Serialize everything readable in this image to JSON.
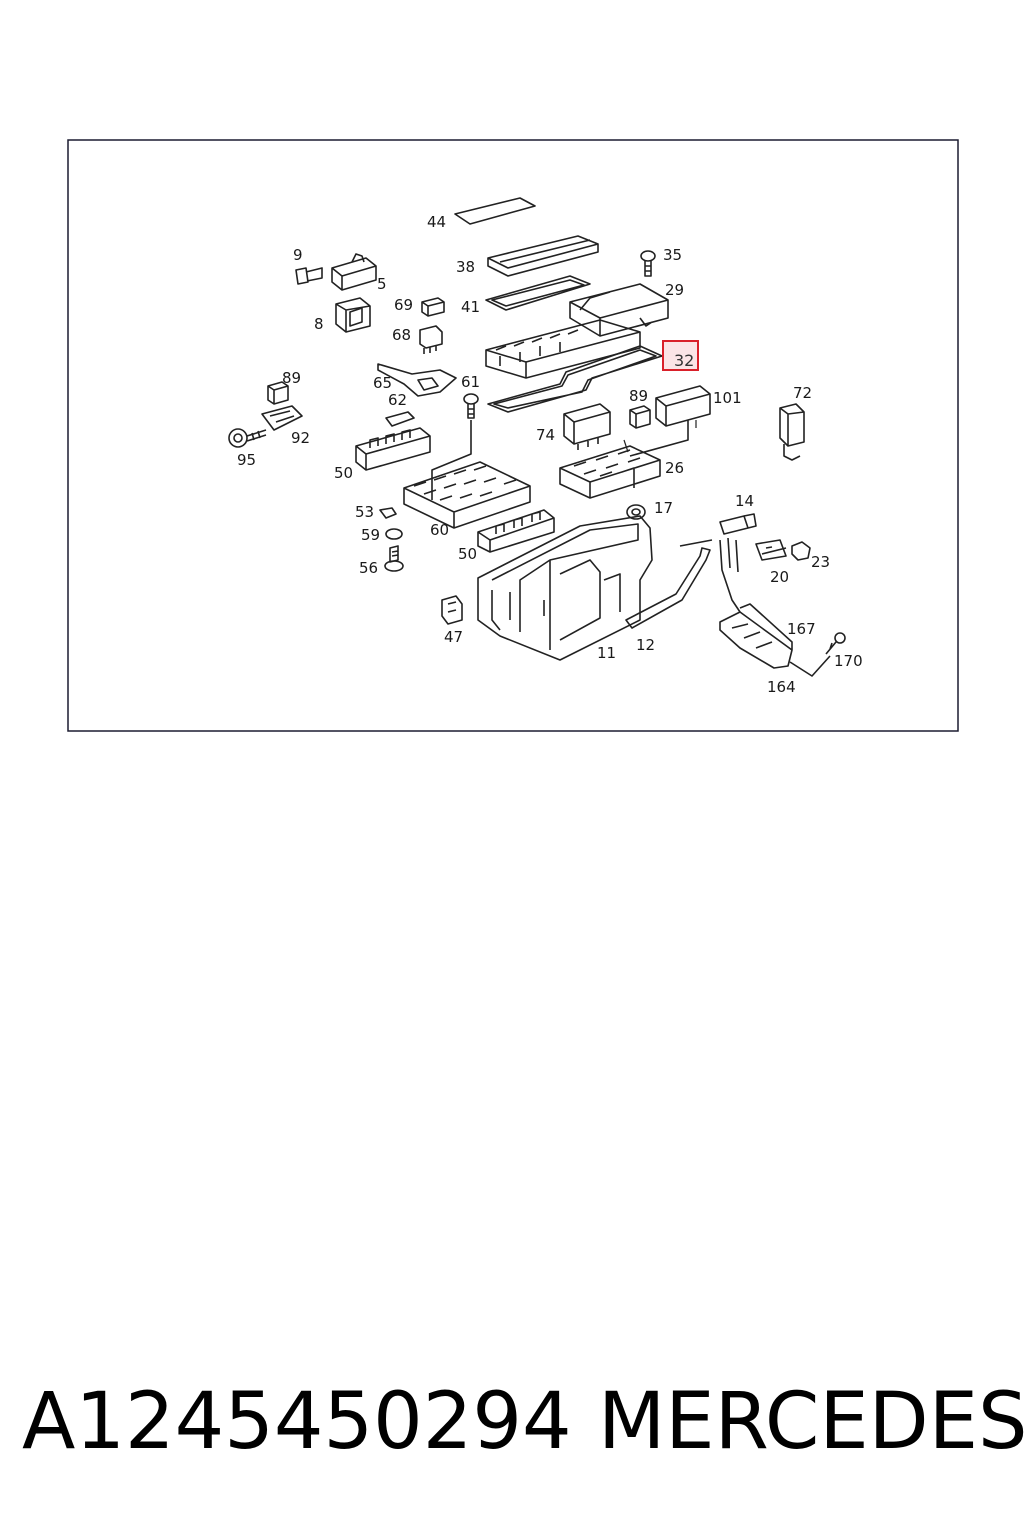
{
  "part_number": "A1245450294",
  "brand": "MERCEDES",
  "highlight_color": "#d9202a",
  "highlight_fill": "#fbe4e6",
  "callouts": {
    "c44": "44",
    "c9": "9",
    "c5": "5",
    "c38": "38",
    "c35": "35",
    "c29": "29",
    "c69": "69",
    "c41": "41",
    "c8": "8",
    "c68": "68",
    "c32": "32",
    "c89a": "89",
    "c65": "65",
    "c61": "61",
    "c62": "62",
    "c101": "101",
    "c89b": "89",
    "c72": "72",
    "c92": "92",
    "c74": "74",
    "c95": "95",
    "c50a": "50",
    "c26": "26",
    "c17": "17",
    "c14": "14",
    "c53": "53",
    "c60": "60",
    "c59": "59",
    "c50b": "50",
    "c20": "20",
    "c23": "23",
    "c56": "56",
    "c167": "167",
    "c47": "47",
    "c12": "12",
    "c170": "170",
    "c11": "11",
    "c164": "164"
  }
}
